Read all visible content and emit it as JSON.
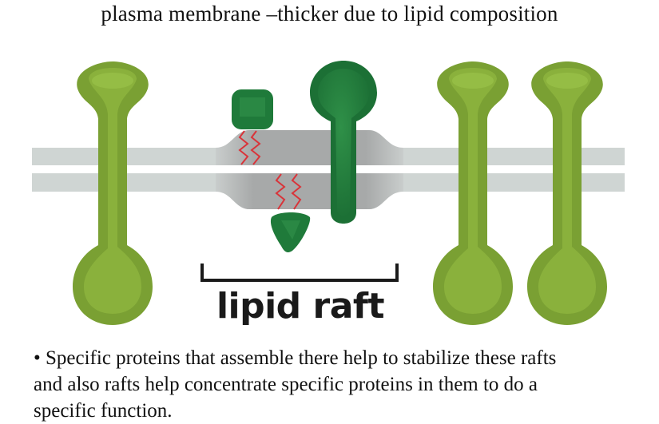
{
  "title": "plasma membrane –thicker due to lipid composition",
  "diagram": {
    "label": "lipid raft",
    "colors": {
      "membrane": "#cfd5d3",
      "raft_membrane": "#a9abab",
      "lipid_green": "#7fa536",
      "lipid_green_light": "#93b944",
      "protein_green": "#1f7a3a",
      "protein_green_light": "#2d8c47",
      "anchor_red": "#d9343a",
      "bracket": "#1a1a1a"
    },
    "elements": [
      "phospholipid-left",
      "peripheral-protein-top",
      "transmembrane-protein",
      "peripheral-protein-bottom",
      "phospholipid-right-1",
      "phospholipid-right-2"
    ]
  },
  "bullets": [
    "• Specific proteins that assemble  there help to stabilize these rafts",
    "and also rafts help concentrate specific proteins in them to do a",
    "specific function."
  ]
}
